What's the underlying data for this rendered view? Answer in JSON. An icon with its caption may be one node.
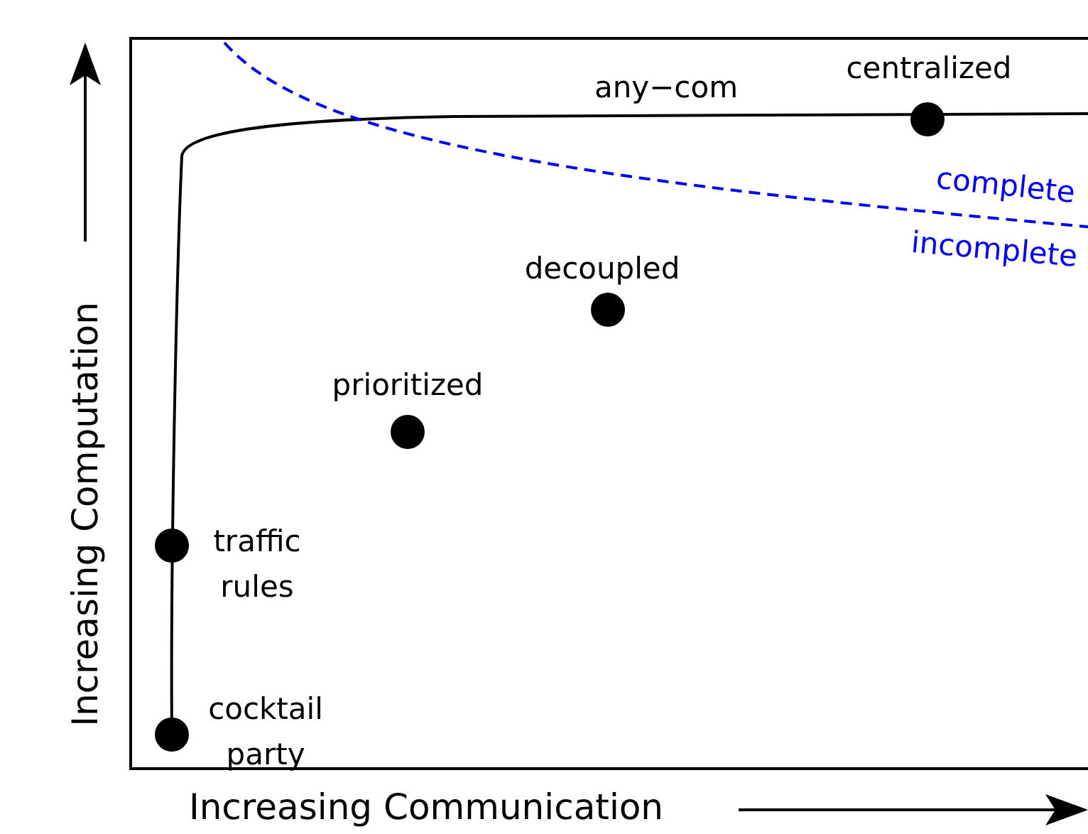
{
  "diagram": {
    "nodes": [
      {
        "text": [],
        "shape": "circle",
        "beside": [
          "centralized"
        ]
      },
      {
        "text": [],
        "shape": "circle",
        "beside": [
          "decoupled"
        ]
      },
      {
        "text": [],
        "shape": "circle",
        "beside": [
          "prioritized"
        ]
      },
      {
        "text": [],
        "shape": "circle",
        "beside": [
          "traffic rules"
        ]
      },
      {
        "text": [],
        "shape": "circle",
        "beside": [
          "cocktail party"
        ]
      }
    ],
    "labels": [
      "any−com",
      "complete",
      "incomplete",
      "Increasing Computation",
      "Increasing Communication"
    ]
  }
}
